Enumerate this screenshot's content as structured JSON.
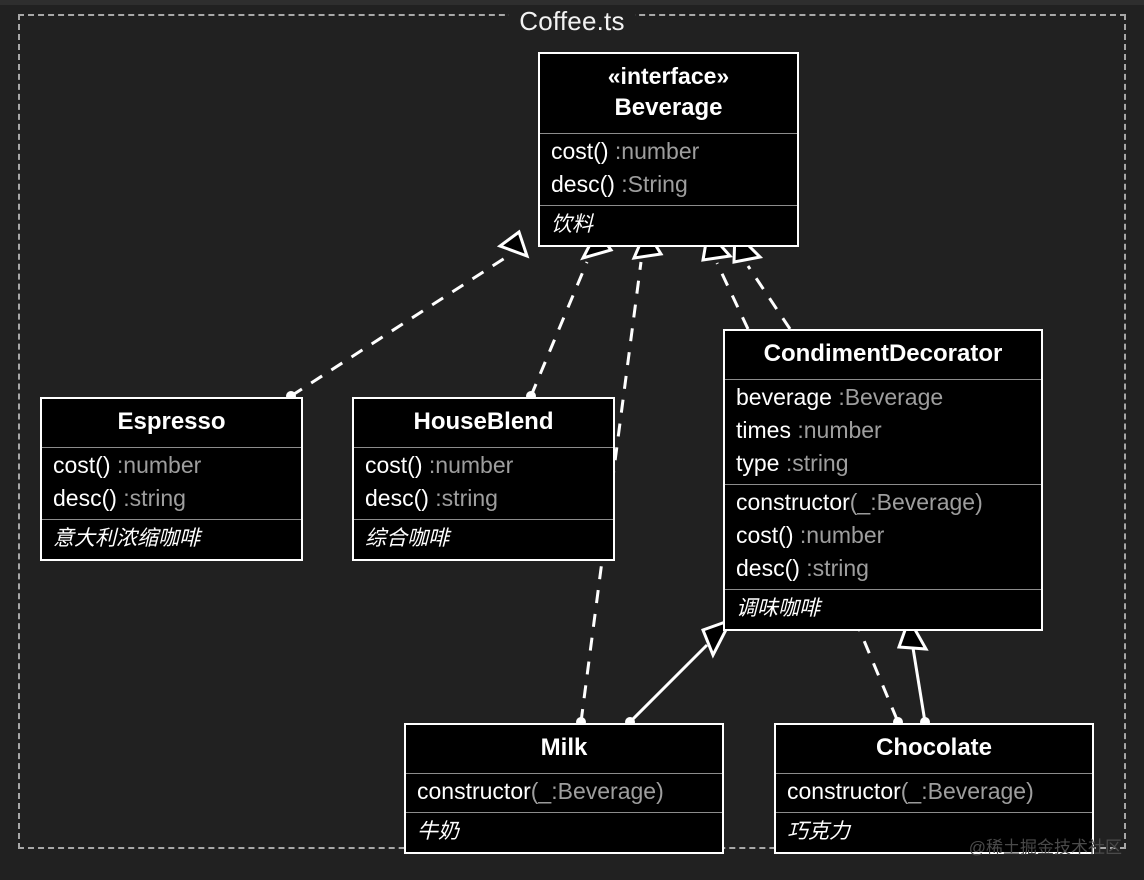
{
  "diagram": {
    "package_title": "Coffee.ts",
    "watermark": "@稀土掘金技术社区",
    "colors": {
      "background": "#212121",
      "box_fill": "#000000",
      "box_border": "#ffffff",
      "divider": "#8c8c8c",
      "text": "#ffffff",
      "type_text": "#9e9e9e",
      "frame_border": "#a8a8a8"
    }
  },
  "classes": {
    "beverage": {
      "stereotype": "«interface»",
      "name": "Beverage",
      "operations": [
        {
          "name": "cost()",
          "type": ":number"
        },
        {
          "name": "desc()",
          "type": ":String"
        }
      ],
      "note": "饮料"
    },
    "espresso": {
      "name": "Espresso",
      "operations": [
        {
          "name": "cost()",
          "type": ":number"
        },
        {
          "name": "desc()",
          "type": ":string"
        }
      ],
      "note": "意大利浓缩咖啡"
    },
    "houseblend": {
      "name": "HouseBlend",
      "operations": [
        {
          "name": "cost()",
          "type": ":number"
        },
        {
          "name": "desc()",
          "type": ":string"
        }
      ],
      "note": "综合咖啡"
    },
    "condimentdecorator": {
      "name": "CondimentDecorator",
      "attributes": [
        {
          "name": "beverage",
          "type": ":Beverage"
        },
        {
          "name": "times",
          "type": ":number"
        },
        {
          "name": "type",
          "type": ":string"
        }
      ],
      "operations": [
        {
          "name": "constructor",
          "params": "(_:Beverage)"
        },
        {
          "name": "cost()",
          "type": ":number"
        },
        {
          "name": "desc()",
          "type": ":string"
        }
      ],
      "note": "调味咖啡"
    },
    "milk": {
      "name": "Milk",
      "operations": [
        {
          "name": "constructor",
          "params": "(_:Beverage)"
        }
      ],
      "note": "牛奶"
    },
    "chocolate": {
      "name": "Chocolate",
      "operations": [
        {
          "name": "constructor",
          "params": "(_:Beverage)"
        }
      ],
      "note": "巧克力"
    }
  },
  "relations": [
    {
      "from": "Espresso",
      "to": "Beverage",
      "kind": "realization"
    },
    {
      "from": "HouseBlend",
      "to": "Beverage",
      "kind": "realization"
    },
    {
      "from": "Milk",
      "to": "Beverage",
      "kind": "realization"
    },
    {
      "from": "CondimentDecorator",
      "to": "Beverage",
      "kind": "realization"
    },
    {
      "from": "Chocolate",
      "to": "Beverage",
      "kind": "realization"
    },
    {
      "from": "Milk",
      "to": "CondimentDecorator",
      "kind": "inheritance"
    },
    {
      "from": "Chocolate",
      "to": "CondimentDecorator",
      "kind": "inheritance"
    }
  ]
}
